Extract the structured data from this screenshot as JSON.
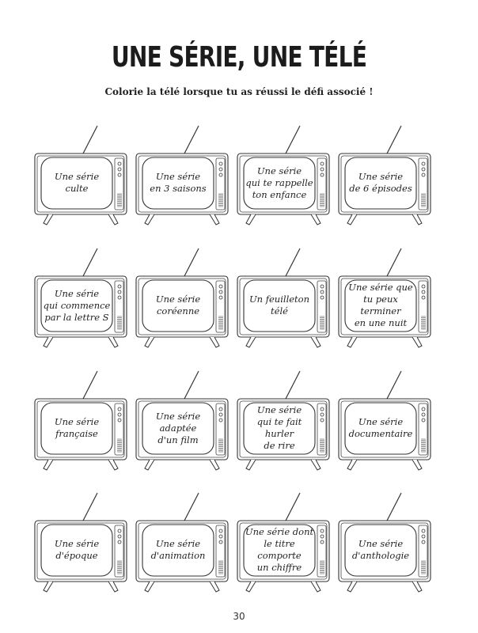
{
  "title": "UNE SÉRIE, UNE TÉLÉ",
  "subtitle": "Colorie la télé lorsque tu as réussi le défi associé !",
  "tvs": [
    {
      "lines": [
        "Une série",
        "culte"
      ]
    },
    {
      "lines": [
        "Une série",
        "en 3 saisons"
      ]
    },
    {
      "lines": [
        "Une série",
        "qui te rappelle",
        "ton enfance"
      ]
    },
    {
      "lines": [
        "Une série",
        "de 6 épisodes"
      ]
    },
    {
      "lines": [
        "Une série",
        "qui commence",
        "par la lettre S"
      ]
    },
    {
      "lines": [
        "Une série",
        "coréenne"
      ]
    },
    {
      "lines": [
        "Un feuilleton",
        "télé"
      ]
    },
    {
      "lines": [
        "Une série que",
        "tu peux terminer",
        "en une nuit"
      ]
    },
    {
      "lines": [
        "Une série",
        "française"
      ]
    },
    {
      "lines": [
        "Une série",
        "adaptée",
        "d'un film"
      ]
    },
    {
      "lines": [
        "Une série",
        "qui te fait hurler",
        "de rire"
      ]
    },
    {
      "lines": [
        "Une série",
        "documentaire"
      ]
    },
    {
      "lines": [
        "Une série",
        "d'époque"
      ]
    },
    {
      "lines": [
        "Une série",
        "d'animation"
      ]
    },
    {
      "lines": [
        "Une série dont",
        "le titre comporte",
        "un chiffre"
      ]
    },
    {
      "lines": [
        "Une série",
        "d'anthologie"
      ]
    }
  ],
  "page_number": "30"
}
